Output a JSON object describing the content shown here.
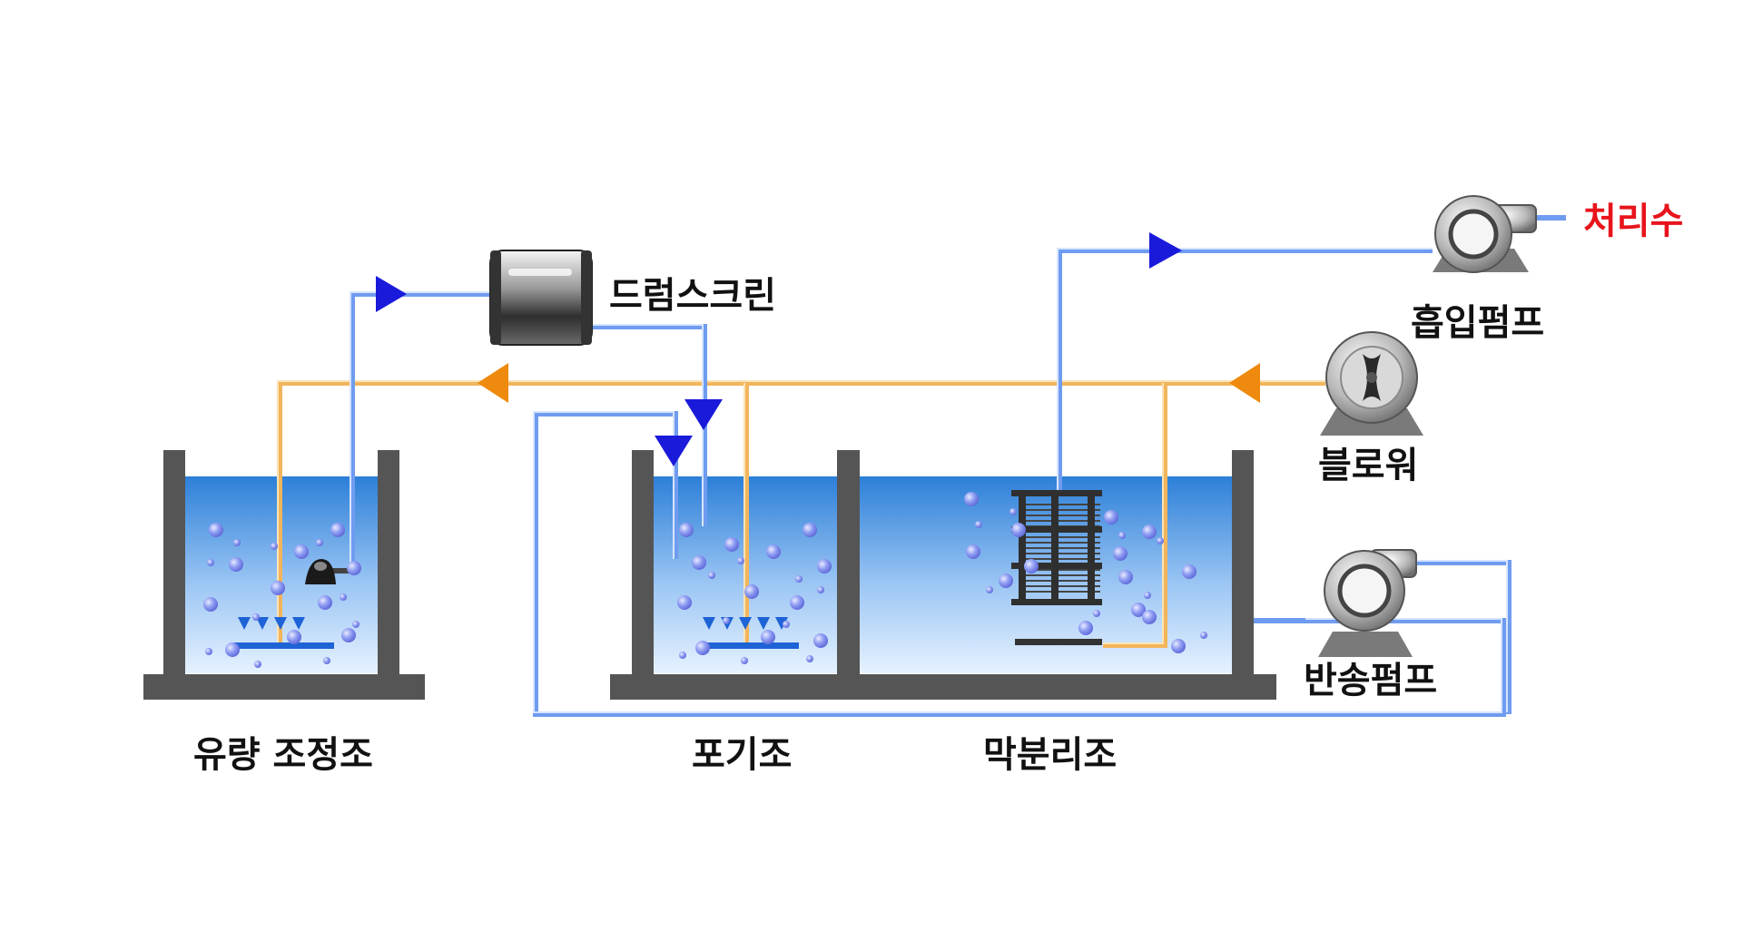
{
  "labels": {
    "flow_tank": "유량 조정조",
    "aeration_tank": "포기조",
    "membrane_tank": "막분리조",
    "drum_screen": "드럼스크린",
    "suction_pump": "흡입펌프",
    "blower": "블로워",
    "return_pump": "반송펌프",
    "treated_water": "처리수"
  },
  "colors": {
    "water_pipe": "#6f9cf0",
    "air_pipe": "#f2b55c",
    "water_arrow": "#1a1adb",
    "air_arrow": "#ee8a0e",
    "tank_wall": "#555555",
    "water_top": "#2c7fd8",
    "water_bottom": "#e6f2ff",
    "treated_water_text": "#e8141c"
  },
  "icons": {
    "drum_screen": "drum-screen-icon",
    "suction_pump": "pump-icon",
    "blower": "blower-icon",
    "return_pump": "pump-icon",
    "submersible_pump": "submersible-pump-icon",
    "diffuser": "diffuser-icon",
    "membrane_module": "membrane-module-icon"
  }
}
